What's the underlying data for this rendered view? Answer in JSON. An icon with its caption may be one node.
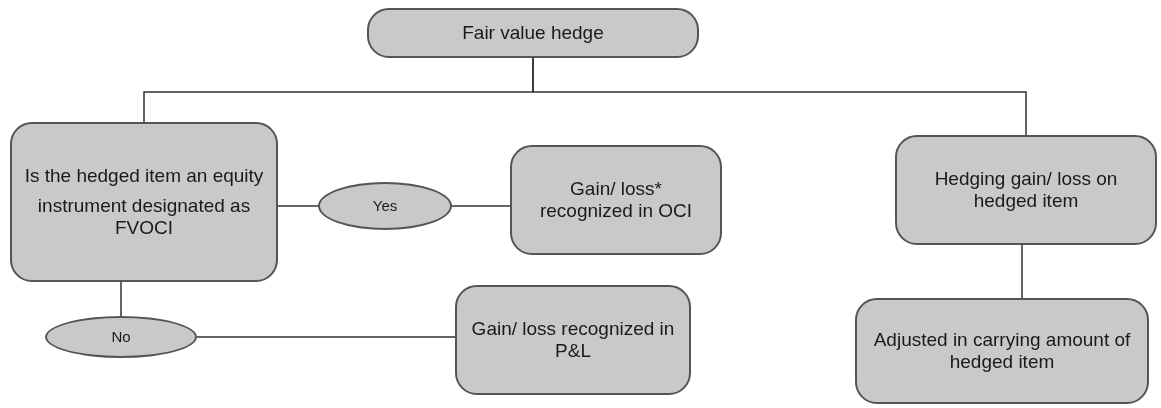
{
  "diagram": {
    "nodes": [
      {
        "text": [
          "Fair value hedge"
        ]
      },
      {
        "text": [
          "Is the hedged item an equity",
          "instrument designated as FVOCI"
        ]
      },
      {
        "text": [
          "Yes"
        ]
      },
      {
        "text": [
          "Gain/ loss* recognized in OCI"
        ]
      },
      {
        "text": [
          "No"
        ]
      },
      {
        "text": [
          "Gain/ loss recognized in P&L"
        ]
      },
      {
        "text": [
          "Hedging gain/ loss on hedged item"
        ]
      },
      {
        "text": [
          "Adjusted in carrying amount of hedged item"
        ]
      }
    ],
    "edges": [
      {
        "from": 0,
        "to": 1,
        "arrow": "none"
      },
      {
        "from": 0,
        "to": 6,
        "arrow": "none"
      },
      {
        "from": 1,
        "to": 2,
        "arrow": "none"
      },
      {
        "from": 2,
        "to": 3,
        "arrow": "none"
      },
      {
        "from": 1,
        "to": 4,
        "arrow": "none"
      },
      {
        "from": 4,
        "to": 5,
        "arrow": "none"
      },
      {
        "from": 6,
        "to": 7,
        "arrow": "none"
      }
    ]
  }
}
